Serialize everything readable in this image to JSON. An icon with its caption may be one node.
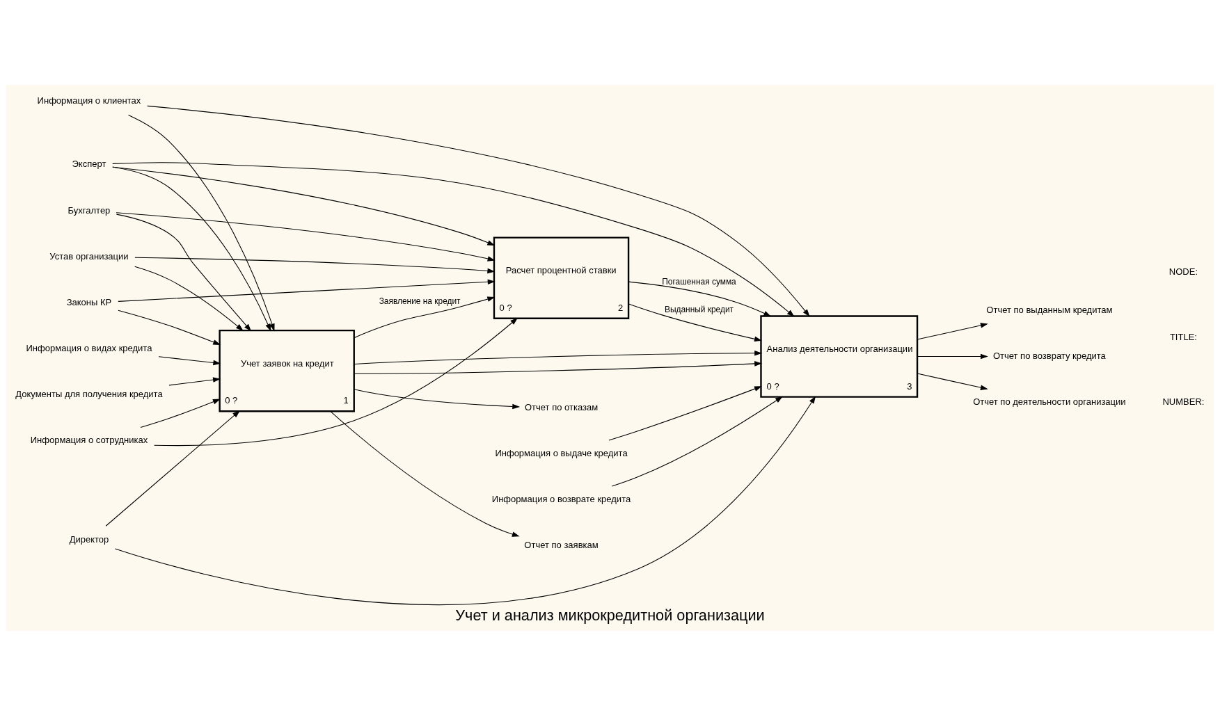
{
  "diagram": {
    "title": "Учет и анализ микрокредитной организации",
    "nodes": [
      {
        "text": [
          "Устав организации"
        ]
      },
      {
        "text": [
          "Законы КР"
        ]
      },
      {
        "text": [
          "Информация о видах кредита"
        ]
      },
      {
        "text": [
          "Документы для получения кредита"
        ]
      },
      {
        "text": [
          "Информация о клиентах"
        ]
      },
      {
        "text": [
          "Информация о сотрудниках"
        ]
      },
      {
        "text": [
          "Учет заявок на кредит",
          "0 ?",
          "1"
        ]
      },
      {
        "text": [
          "Отчет по отказам"
        ]
      },
      {
        "text": [
          "Отчет по заявкам"
        ]
      },
      {
        "text": [
          "Расчет процентной ставки",
          "0 ?",
          "2"
        ]
      },
      {
        "text": [
          "Анализ деятельности организации",
          "0 ?",
          "3"
        ]
      },
      {
        "text": [
          "Отчет по выданным кредитам"
        ]
      },
      {
        "text": [
          "Отчет по возврату кредита"
        ]
      },
      {
        "text": [
          "Отчет по деятельности организации"
        ]
      },
      {
        "text": [
          "Информация о выдаче кредита"
        ]
      },
      {
        "text": [
          "Информация о возврате кредита"
        ]
      },
      {
        "text": [
          "Бухгалтер"
        ]
      },
      {
        "text": [
          "Эксперт"
        ]
      },
      {
        "text": [
          "Директор"
        ]
      }
    ],
    "edges": [
      {
        "from": 0,
        "to": 6,
        "arrow": "to"
      },
      {
        "from": 0,
        "to": 9,
        "arrow": "to"
      },
      {
        "from": 1,
        "to": 6,
        "arrow": "to"
      },
      {
        "from": 1,
        "to": 9,
        "arrow": "to"
      },
      {
        "from": 2,
        "to": 6,
        "arrow": "to"
      },
      {
        "from": 3,
        "to": 6,
        "arrow": "to"
      },
      {
        "from": 4,
        "to": 6,
        "arrow": "to"
      },
      {
        "from": 4,
        "to": 10,
        "arrow": "to"
      },
      {
        "from": 5,
        "to": 6,
        "arrow": "to"
      },
      {
        "from": 5,
        "to": 9,
        "arrow": "to"
      },
      {
        "from": 6,
        "to": 7,
        "arrow": "to"
      },
      {
        "from": 6,
        "to": 10,
        "arrow": "to"
      },
      {
        "from": 6,
        "to": 9,
        "arrow": "to",
        "label": "Заявление на кредит"
      },
      {
        "from": 6,
        "to": 8,
        "arrow": "to"
      },
      {
        "from": 6,
        "to": 10,
        "arrow": "to"
      },
      {
        "from": 9,
        "to": 10,
        "arrow": "to",
        "label": "Погашенная сумма"
      },
      {
        "from": 9,
        "to": 10,
        "arrow": "to",
        "label": "Выданный кредит"
      },
      {
        "from": 14,
        "to": 10,
        "arrow": "to"
      },
      {
        "from": 15,
        "to": 10,
        "arrow": "to"
      },
      {
        "from": 10,
        "to": 11,
        "arrow": "to"
      },
      {
        "from": 10,
        "to": 12,
        "arrow": "to"
      },
      {
        "from": 10,
        "to": 13,
        "arrow": "to"
      },
      {
        "from": 16,
        "to": 9,
        "arrow": "to"
      },
      {
        "from": 16,
        "to": 6,
        "arrow": "to"
      },
      {
        "from": 17,
        "to": 6,
        "arrow": "to"
      },
      {
        "from": 17,
        "to": 9,
        "arrow": "to"
      },
      {
        "from": 17,
        "to": 10,
        "arrow": "to"
      },
      {
        "from": 18,
        "to": 6,
        "arrow": "to"
      },
      {
        "from": 18,
        "to": 10,
        "arrow": "to"
      }
    ],
    "labels": [
      "NODE:",
      "TITLE:",
      "NUMBER:"
    ]
  }
}
